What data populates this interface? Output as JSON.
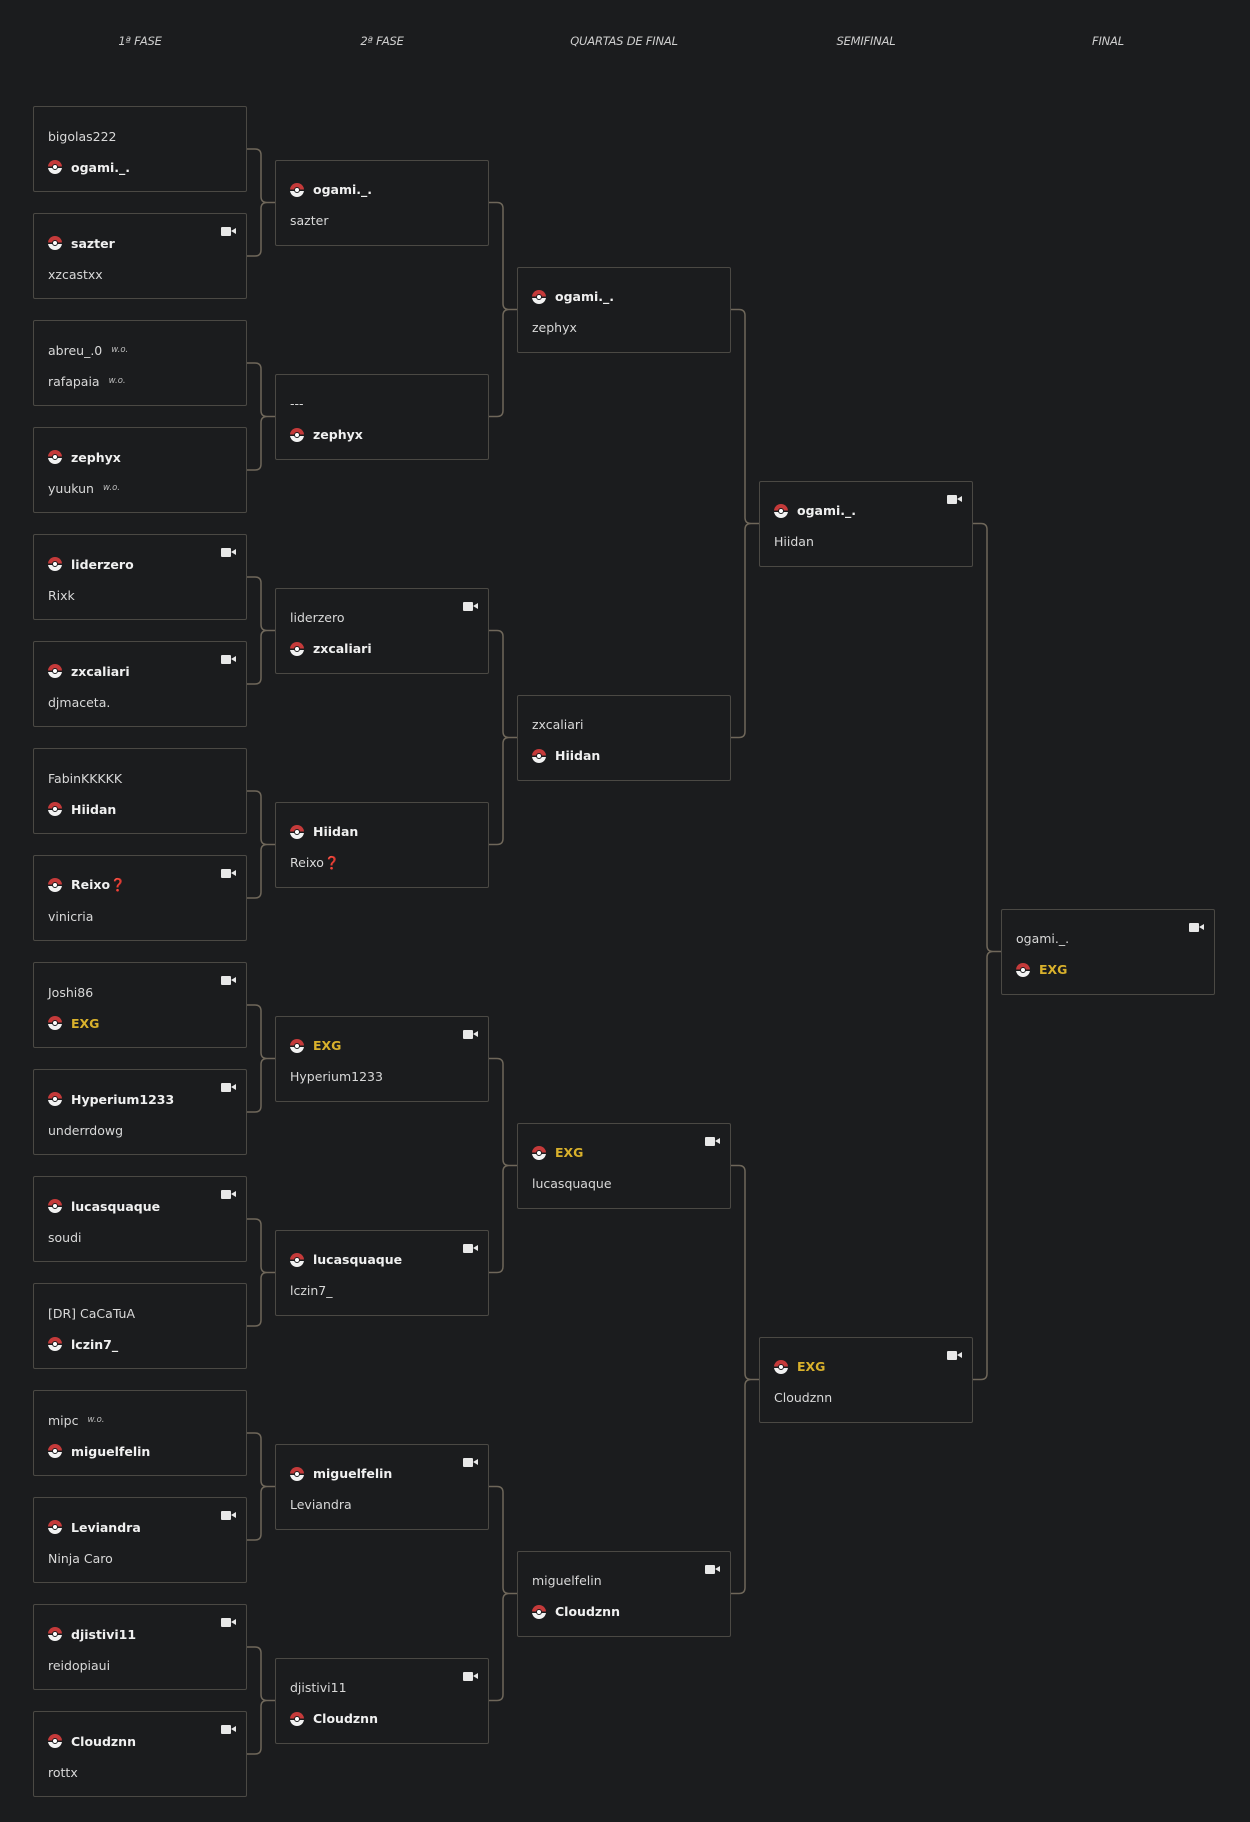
{
  "rounds": [
    {
      "title": "1ª FASE",
      "matches": [
        {
          "video": false,
          "players": [
            {
              "name": "bigolas222"
            },
            {
              "name": "ogami._.",
              "winner": true
            }
          ]
        },
        {
          "video": true,
          "players": [
            {
              "name": "sazter",
              "winner": true
            },
            {
              "name": "xzcastxx"
            }
          ]
        },
        {
          "video": false,
          "players": [
            {
              "name": "abreu_.0",
              "wo": "w.o."
            },
            {
              "name": "rafapaia",
              "wo": "w.o."
            }
          ]
        },
        {
          "video": false,
          "players": [
            {
              "name": "zephyx",
              "winner": true
            },
            {
              "name": "yuukun",
              "wo": "w.o."
            }
          ]
        },
        {
          "video": true,
          "players": [
            {
              "name": "liderzero",
              "winner": true
            },
            {
              "name": "Rixk"
            }
          ]
        },
        {
          "video": true,
          "players": [
            {
              "name": "zxcaliari",
              "winner": true
            },
            {
              "name": "djmaceta."
            }
          ]
        },
        {
          "video": false,
          "players": [
            {
              "name": "FabinKKKKK"
            },
            {
              "name": "Hiidan",
              "winner": true
            }
          ]
        },
        {
          "video": true,
          "players": [
            {
              "name": "Reixo❓",
              "winner": true
            },
            {
              "name": "vinicria"
            }
          ]
        },
        {
          "video": true,
          "players": [
            {
              "name": "Joshi86"
            },
            {
              "name": "EXG",
              "winner": true,
              "highlight": true
            }
          ]
        },
        {
          "video": true,
          "players": [
            {
              "name": "Hyperium1233",
              "winner": true
            },
            {
              "name": "underrdowg"
            }
          ]
        },
        {
          "video": true,
          "players": [
            {
              "name": "lucasquaque",
              "winner": true
            },
            {
              "name": "soudi"
            }
          ]
        },
        {
          "video": false,
          "players": [
            {
              "name": "[DR] CaCaTuA"
            },
            {
              "name": "lczin7_",
              "winner": true
            }
          ]
        },
        {
          "video": false,
          "players": [
            {
              "name": "mipc",
              "wo": "w.o."
            },
            {
              "name": "miguelfelin",
              "winner": true
            }
          ]
        },
        {
          "video": true,
          "players": [
            {
              "name": "Leviandra",
              "winner": true
            },
            {
              "name": "Ninja Caro"
            }
          ]
        },
        {
          "video": true,
          "players": [
            {
              "name": "djistivi11",
              "winner": true
            },
            {
              "name": "reidopiaui"
            }
          ]
        },
        {
          "video": true,
          "players": [
            {
              "name": "Cloudznn",
              "winner": true
            },
            {
              "name": "rottx"
            }
          ]
        }
      ]
    },
    {
      "title": "2ª FASE",
      "matches": [
        {
          "video": false,
          "players": [
            {
              "name": "ogami._.",
              "winner": true
            },
            {
              "name": "sazter"
            }
          ]
        },
        {
          "video": false,
          "players": [
            {
              "name": "---"
            },
            {
              "name": "zephyx",
              "winner": true
            }
          ]
        },
        {
          "video": true,
          "players": [
            {
              "name": "liderzero"
            },
            {
              "name": "zxcaliari",
              "winner": true
            }
          ]
        },
        {
          "video": false,
          "players": [
            {
              "name": "Hiidan",
              "winner": true
            },
            {
              "name": "Reixo❓"
            }
          ]
        },
        {
          "video": true,
          "players": [
            {
              "name": "EXG",
              "winner": true,
              "highlight": true
            },
            {
              "name": "Hyperium1233"
            }
          ]
        },
        {
          "video": true,
          "players": [
            {
              "name": "lucasquaque",
              "winner": true
            },
            {
              "name": "lczin7_"
            }
          ]
        },
        {
          "video": true,
          "players": [
            {
              "name": "miguelfelin",
              "winner": true
            },
            {
              "name": "Leviandra"
            }
          ]
        },
        {
          "video": true,
          "players": [
            {
              "name": "djistivi11"
            },
            {
              "name": "Cloudznn",
              "winner": true
            }
          ]
        }
      ]
    },
    {
      "title": "QUARTAS DE FINAL",
      "matches": [
        {
          "video": false,
          "players": [
            {
              "name": "ogami._.",
              "winner": true
            },
            {
              "name": "zephyx"
            }
          ]
        },
        {
          "video": false,
          "players": [
            {
              "name": "zxcaliari"
            },
            {
              "name": "Hiidan",
              "winner": true
            }
          ]
        },
        {
          "video": true,
          "players": [
            {
              "name": "EXG",
              "winner": true,
              "highlight": true
            },
            {
              "name": "lucasquaque"
            }
          ]
        },
        {
          "video": true,
          "players": [
            {
              "name": "miguelfelin"
            },
            {
              "name": "Cloudznn",
              "winner": true
            }
          ]
        }
      ]
    },
    {
      "title": "SEMIFINAL",
      "matches": [
        {
          "video": true,
          "players": [
            {
              "name": "ogami._.",
              "winner": true
            },
            {
              "name": "Hiidan"
            }
          ]
        },
        {
          "video": true,
          "players": [
            {
              "name": "EXG",
              "winner": true,
              "highlight": true
            },
            {
              "name": "Cloudznn"
            }
          ]
        }
      ]
    },
    {
      "title": "FINAL",
      "matches": [
        {
          "video": true,
          "players": [
            {
              "name": "ogami._."
            },
            {
              "name": "EXG",
              "winner": true,
              "highlight": true
            }
          ]
        }
      ]
    }
  ],
  "colors": {
    "background": "#1b1c1e",
    "border": "#4b4944",
    "connector": "#6f675a",
    "highlight": "#d9b12c",
    "pokeball": "#c53a3a"
  }
}
